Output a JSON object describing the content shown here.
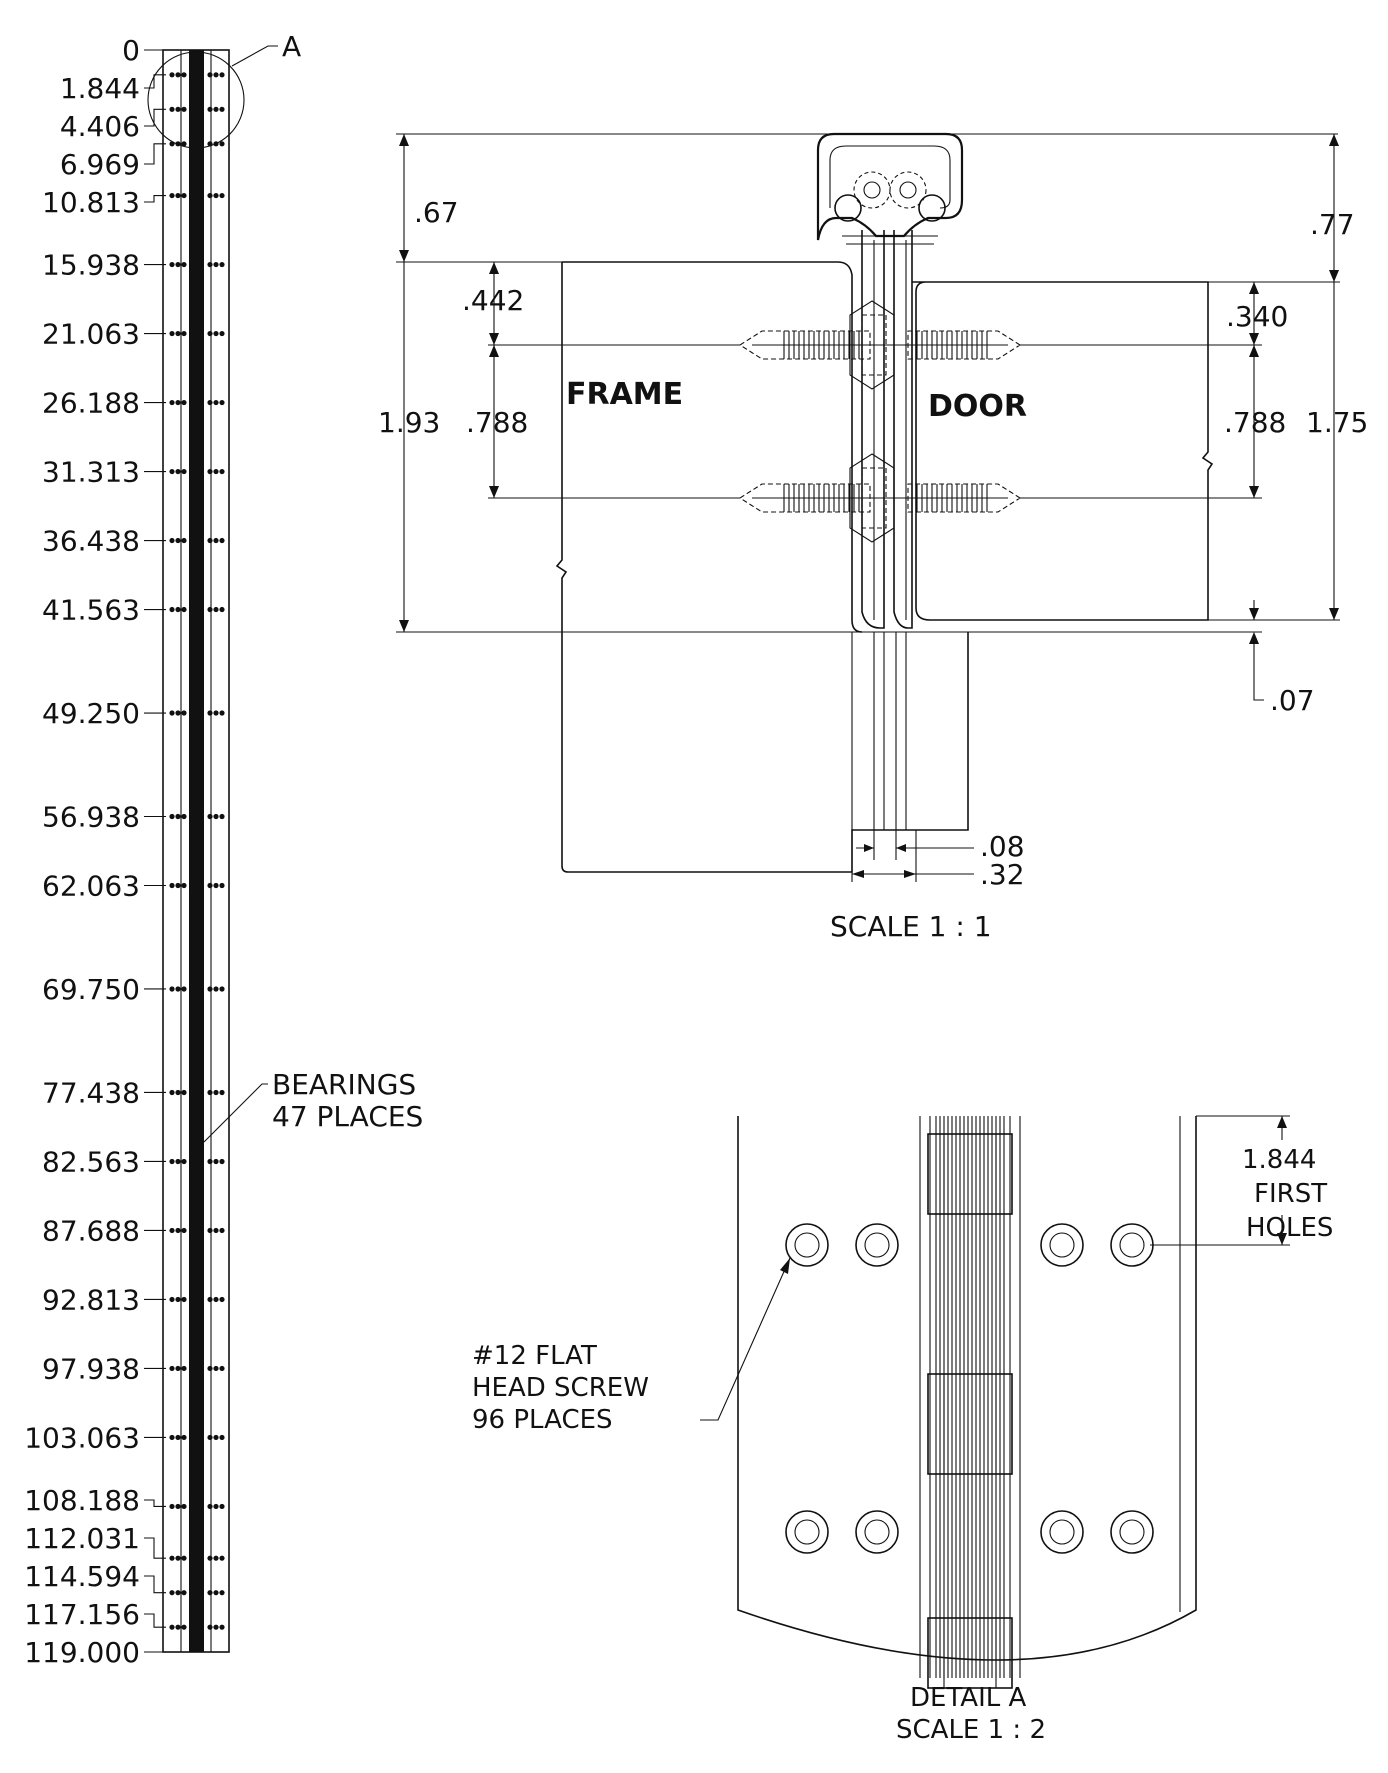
{
  "left_strip": {
    "callout_a_label": "A",
    "positions": [
      "0",
      "1.844",
      "4.406",
      "6.969",
      "10.813",
      "15.938",
      "21.063",
      "26.188",
      "31.313",
      "36.438",
      "41.563",
      "49.250",
      "56.938",
      "62.063",
      "69.750",
      "77.438",
      "82.563",
      "87.688",
      "92.813",
      "97.938",
      "103.063",
      "108.188",
      "112.031",
      "114.594",
      "117.156",
      "119.000"
    ],
    "bearings_label_line1": "BEARINGS",
    "bearings_label_line2": "47 PLACES"
  },
  "section_view": {
    "frame_label": "FRAME",
    "door_label": "DOOR",
    "dim_067": ".67",
    "dim_077": ".77",
    "dim_0442": ".442",
    "dim_0340": ".340",
    "dim_193": "1.93",
    "dim_0788_left": ".788",
    "dim_0788_right": ".788",
    "dim_175": "1.75",
    "dim_007": ".07",
    "dim_008": ".08",
    "dim_032": ".32",
    "scale": "SCALE 1 : 1"
  },
  "detail_a": {
    "first_holes_value": "1.844",
    "first_holes_line1": "FIRST",
    "first_holes_line2": "HOLES",
    "screw_line1": "#12 FLAT",
    "screw_line2": "HEAD SCREW",
    "screw_line3": "96 PLACES",
    "title_line1": "DETAIL A",
    "title_line2": "SCALE 1 : 2"
  }
}
